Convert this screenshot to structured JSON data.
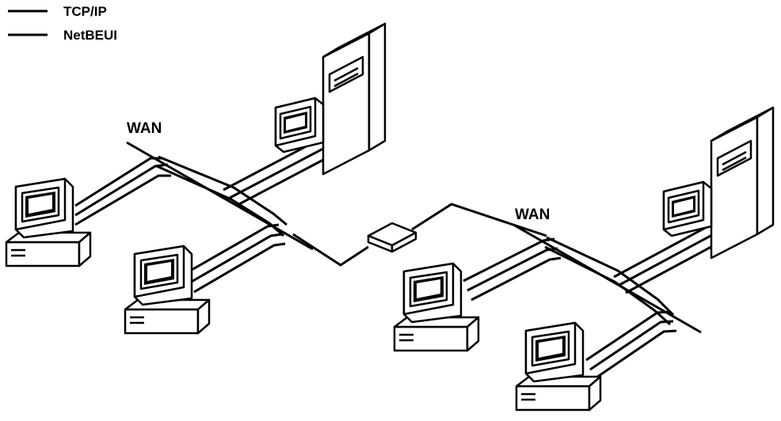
{
  "legend": {
    "items": [
      {
        "label": "TCP/IP"
      },
      {
        "label": "NetBEUI"
      }
    ]
  },
  "labels": {
    "wan_left": "WAN",
    "wan_right": "WAN"
  },
  "colors": {
    "ink": "#000000",
    "paper": "#ffffff"
  }
}
